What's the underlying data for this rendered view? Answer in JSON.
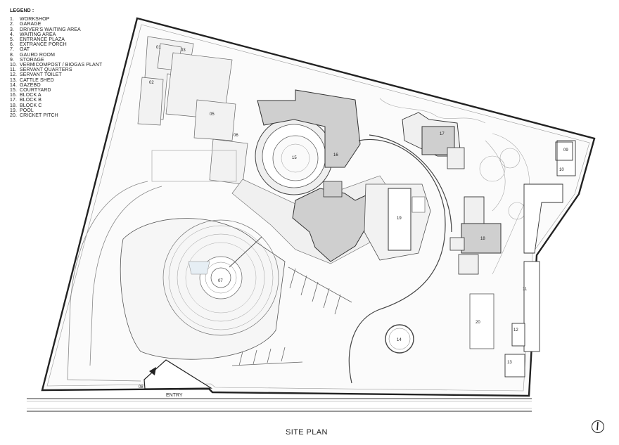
{
  "legend": {
    "title": "LEGEND :",
    "items": [
      {
        "num": "1.",
        "label": "WORKSHOP"
      },
      {
        "num": "2.",
        "label": "GARAGE"
      },
      {
        "num": "3.",
        "label": "DRIVER'S WAITING AREA"
      },
      {
        "num": "4.",
        "label": "WAITING AREA"
      },
      {
        "num": "5.",
        "label": "ENTRANCE PLAZA"
      },
      {
        "num": "6.",
        "label": "EXTRANCE PORCH"
      },
      {
        "num": "7.",
        "label": "OAT"
      },
      {
        "num": "8.",
        "label": "GAURD ROOM"
      },
      {
        "num": "9.",
        "label": "STORAGE"
      },
      {
        "num": "10.",
        "label": "VERMICOMPOST / BIOGAS PLANT"
      },
      {
        "num": "11.",
        "label": "SERVANT QUARTERS"
      },
      {
        "num": "12.",
        "label": "SERVANT TOILET"
      },
      {
        "num": "13.",
        "label": "CATTLE SHED"
      },
      {
        "num": "14.",
        "label": "GAZEBO"
      },
      {
        "num": "15.",
        "label": "COURTYARD"
      },
      {
        "num": "16.",
        "label": "BLOCK A"
      },
      {
        "num": "17.",
        "label": "BLOCK B"
      },
      {
        "num": "18.",
        "label": "BLOCK C"
      },
      {
        "num": "19.",
        "label": "POOL"
      },
      {
        "num": "20.",
        "label": "CRICKET PITCH"
      }
    ]
  },
  "plan_labels": {
    "n01": "01",
    "n02": "02",
    "n03": "03",
    "n05": "05",
    "n06": "06",
    "n07": "07",
    "n08": "08",
    "n09": "09",
    "n10": "10",
    "n11": "11",
    "n12": "12",
    "n13": "13",
    "n14": "14",
    "n15": "15",
    "n16": "16",
    "n17": "17",
    "n18": "18",
    "n19": "19",
    "n20": "20"
  },
  "entry_label": "ENTRY",
  "title": "SITE PLAN",
  "colors": {
    "line": "#333333",
    "thin_line": "#8a8a8a",
    "building_fill": "#cfcfcf",
    "courtyard_fill": "#ffffff",
    "paving": "#f4f4f4",
    "water": "#e6eef4"
  }
}
